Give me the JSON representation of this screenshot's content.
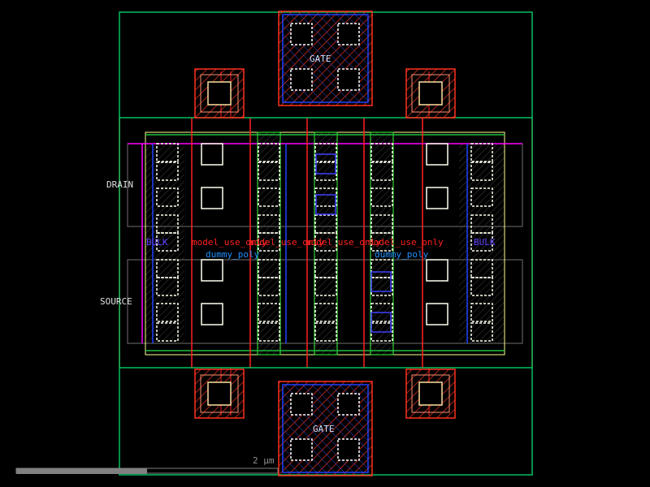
{
  "layout": {
    "labels": {
      "gate_top": "GATE",
      "gate_bottom": "GATE",
      "drain": "DRAIN",
      "source": "SOURCE",
      "bulk_left": "BULK",
      "bulk_right": "BULK",
      "model_use_only": [
        "model_use_only",
        "model_use_only",
        "model_use_only",
        "model_use_only"
      ],
      "dummy_poly": [
        "dummy_poly",
        "dummy_poly"
      ]
    },
    "colors": {
      "background": "#000000",
      "boundary": "#00c060",
      "poly": "#ff2020",
      "metal": "#2040ff",
      "contact": "#ffffff",
      "diffusion": "#808080",
      "implant": "#ff00ff",
      "well": "#ffff80",
      "label_pin": "#6040ff",
      "label_dummy": "#2090ff"
    }
  },
  "scale_bar": {
    "label": "2 µm",
    "scroll_fraction": 0.3
  }
}
